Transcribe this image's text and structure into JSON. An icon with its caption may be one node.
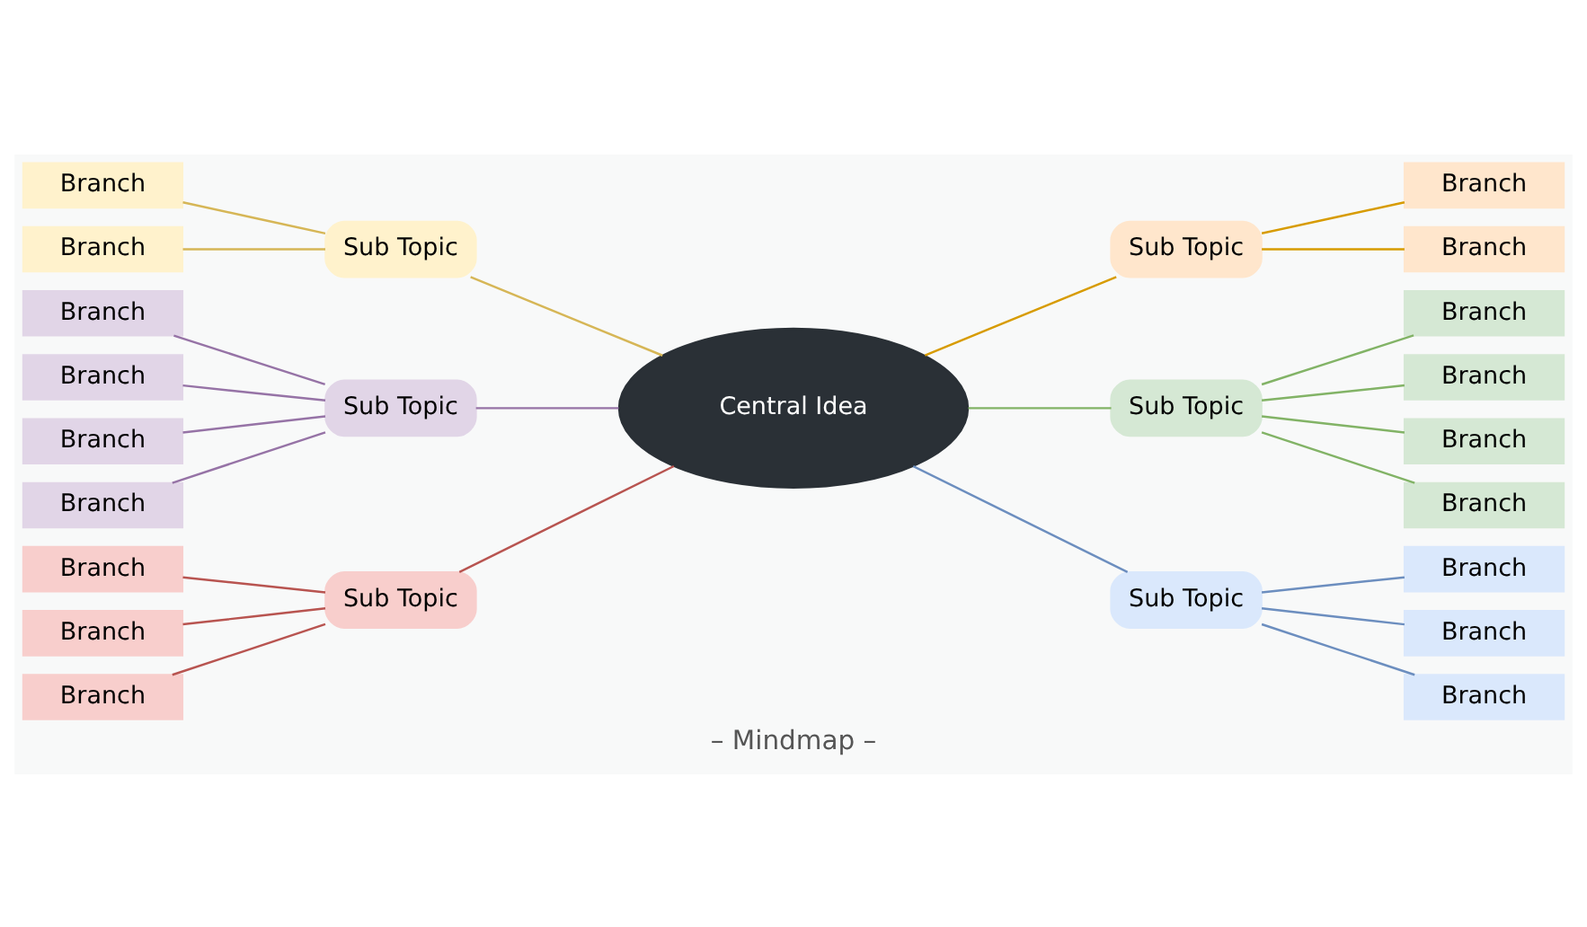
{
  "diagram": {
    "caption": "– Mindmap –",
    "nodes": [
      {
        "text": [
          "Central Idea"
        ]
      },
      {
        "text": [
          "Sub Topic"
        ]
      },
      {
        "text": [
          "Branch"
        ]
      },
      {
        "text": [
          "Branch"
        ]
      },
      {
        "text": [
          "Sub Topic"
        ]
      },
      {
        "text": [
          "Branch"
        ]
      },
      {
        "text": [
          "Branch"
        ]
      },
      {
        "text": [
          "Branch"
        ]
      },
      {
        "text": [
          "Branch"
        ]
      },
      {
        "text": [
          "Sub Topic"
        ]
      },
      {
        "text": [
          "Branch"
        ]
      },
      {
        "text": [
          "Branch"
        ]
      },
      {
        "text": [
          "Branch"
        ]
      },
      {
        "text": [
          "Sub Topic"
        ]
      },
      {
        "text": [
          "Branch"
        ]
      },
      {
        "text": [
          "Branch"
        ]
      },
      {
        "text": [
          "Sub Topic"
        ]
      },
      {
        "text": [
          "Branch"
        ]
      },
      {
        "text": [
          "Branch"
        ]
      },
      {
        "text": [
          "Branch"
        ]
      },
      {
        "text": [
          "Branch"
        ]
      },
      {
        "text": [
          "Sub Topic"
        ]
      },
      {
        "text": [
          "Branch"
        ]
      },
      {
        "text": [
          "Branch"
        ]
      },
      {
        "text": [
          "Branch"
        ]
      }
    ],
    "edges": [
      {
        "from": 1,
        "to": 0,
        "arrow": "none",
        "color": "#d6b656"
      },
      {
        "from": 2,
        "to": 1,
        "arrow": "none",
        "color": "#d6b656"
      },
      {
        "from": 3,
        "to": 1,
        "arrow": "none",
        "color": "#d6b656"
      },
      {
        "from": 4,
        "to": 0,
        "arrow": "none",
        "color": "#9673a6"
      },
      {
        "from": 5,
        "to": 4,
        "arrow": "none",
        "color": "#9673a6"
      },
      {
        "from": 6,
        "to": 4,
        "arrow": "none",
        "color": "#9673a6"
      },
      {
        "from": 7,
        "to": 4,
        "arrow": "none",
        "color": "#9673a6"
      },
      {
        "from": 8,
        "to": 4,
        "arrow": "none",
        "color": "#9673a6"
      },
      {
        "from": 9,
        "to": 0,
        "arrow": "none",
        "color": "#b85450"
      },
      {
        "from": 10,
        "to": 9,
        "arrow": "none",
        "color": "#b85450"
      },
      {
        "from": 11,
        "to": 9,
        "arrow": "none",
        "color": "#b85450"
      },
      {
        "from": 12,
        "to": 9,
        "arrow": "none",
        "color": "#b85450"
      },
      {
        "from": 0,
        "to": 13,
        "arrow": "none",
        "color": "#d79b00"
      },
      {
        "from": 13,
        "to": 14,
        "arrow": "none",
        "color": "#d79b00"
      },
      {
        "from": 13,
        "to": 15,
        "arrow": "none",
        "color": "#d79b00"
      },
      {
        "from": 0,
        "to": 16,
        "arrow": "none",
        "color": "#82b366"
      },
      {
        "from": 16,
        "to": 17,
        "arrow": "none",
        "color": "#82b366"
      },
      {
        "from": 16,
        "to": 18,
        "arrow": "none",
        "color": "#82b366"
      },
      {
        "from": 16,
        "to": 19,
        "arrow": "none",
        "color": "#82b366"
      },
      {
        "from": 16,
        "to": 20,
        "arrow": "none",
        "color": "#82b366"
      },
      {
        "from": 0,
        "to": 21,
        "arrow": "none",
        "color": "#6c8ebf"
      },
      {
        "from": 21,
        "to": 22,
        "arrow": "none",
        "color": "#6c8ebf"
      },
      {
        "from": 21,
        "to": 23,
        "arrow": "none",
        "color": "#6c8ebf"
      },
      {
        "from": 21,
        "to": 24,
        "arrow": "none",
        "color": "#6c8ebf"
      }
    ]
  }
}
